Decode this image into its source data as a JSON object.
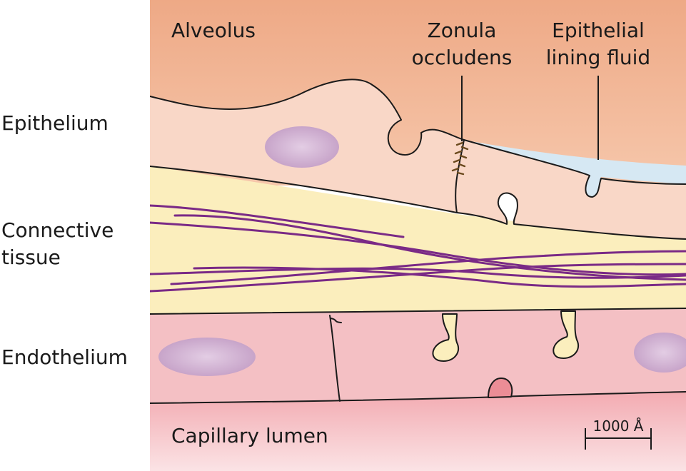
{
  "labels": {
    "alveolus": "Alveolus",
    "zonula_line1": "Zonula",
    "zonula_line2": "occludens",
    "fluid_line1": "Epithelial",
    "fluid_line2": "lining fluid",
    "epithelium": "Epithelium",
    "connective_line1": "Connective",
    "connective_line2": "tissue",
    "endothelium": "Endothelium",
    "capillary_lumen": "Capillary lumen",
    "scale_bar": "1000 Å"
  },
  "colors": {
    "alveolus_top": "#eea986",
    "alveolus_bottom": "#f6c7ab",
    "epithelium_cell": "#f9d7c7",
    "lining_fluid": "#d6e8f3",
    "connective_tissue": "#fbeebd",
    "collagen_fiber": "#7a2a86",
    "endothelium_cell": "#f4c0c4",
    "capillary_top": "#f2a6ad",
    "capillary_bottom": "#fbe3e5",
    "nucleus": "#c8a4c9",
    "outline": "#1a1a1a"
  }
}
